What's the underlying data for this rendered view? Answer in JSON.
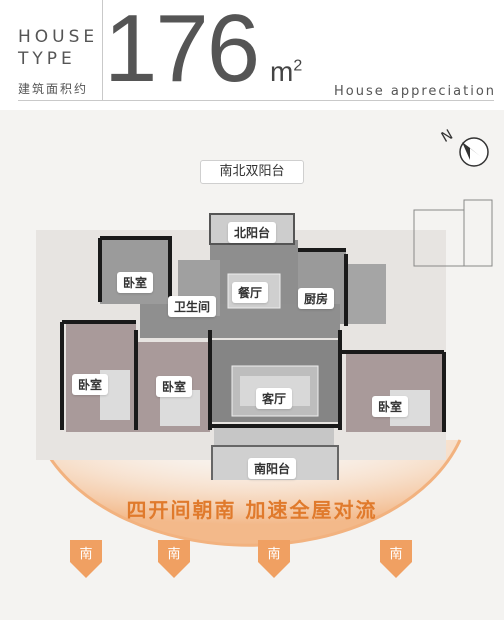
{
  "header": {
    "house_line1": "HOUSE",
    "house_line2": "TYPE",
    "area_label": "建筑面积约",
    "area_value": "176",
    "area_unit": "m",
    "area_unit_sup": "2",
    "appreciation": "House  appreciation"
  },
  "plan": {
    "north_south_balcony": "南北双阳台",
    "north_balcony": "北阳台",
    "south_balcony": "南阳台",
    "bedroom_nw": "卧室",
    "bathroom": "卫生间",
    "dining": "餐厅",
    "kitchen": "厨房",
    "bedroom_w1": "卧室",
    "bedroom_w2": "卧室",
    "living": "客厅",
    "bedroom_e": "卧室"
  },
  "slogan": "四开间朝南  加速全屋对流",
  "south_markers": [
    "南",
    "南",
    "南",
    "南"
  ],
  "colors": {
    "accent": "#e07a2c",
    "floor": "#8e8e8e",
    "wall": "#1a1a1a",
    "purple_floor": "#a99a9a"
  }
}
